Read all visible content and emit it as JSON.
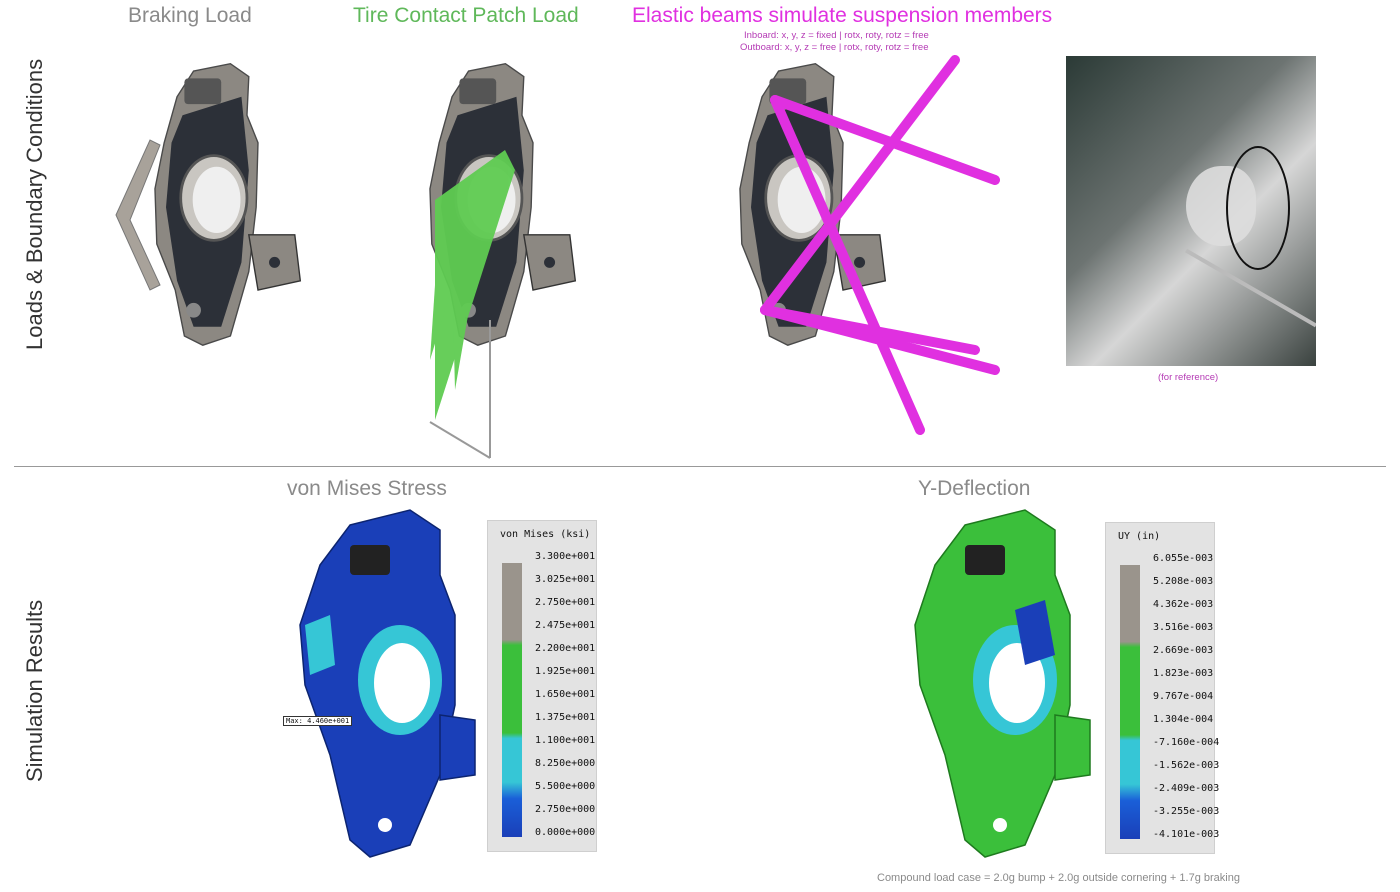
{
  "row_labels": {
    "top": "Loads & Boundary Conditions",
    "bottom": "Simulation Results"
  },
  "top": {
    "braking": {
      "title": "Braking Load",
      "color": "#8a8a8a"
    },
    "tire": {
      "title": "Tire Contact Patch Load",
      "color": "#5fb85a"
    },
    "beams": {
      "title": "Elastic beams simulate suspension members",
      "color": "#e030e0",
      "note_inboard": "Inboard: x, y, z = fixed | rotx, roty, rotz = free",
      "note_outboard": "Outboard: x, y, z = free | rotx, roty, rotz = free"
    },
    "photo_caption": "(for reference)"
  },
  "bottom": {
    "stress": {
      "title": "von Mises Stress",
      "legend_title": "von Mises (ksi)",
      "ticks": [
        "3.300e+001",
        "3.025e+001",
        "2.750e+001",
        "2.475e+001",
        "2.200e+001",
        "1.925e+001",
        "1.650e+001",
        "1.375e+001",
        "1.100e+001",
        "8.250e+000",
        "5.500e+000",
        "2.750e+000",
        "0.000e+000"
      ],
      "max_label": "Max: 4.460e+001"
    },
    "deflection": {
      "title": "Y-Deflection",
      "legend_title": "UY (in)",
      "ticks": [
        "6.055e-003",
        "5.208e-003",
        "4.362e-003",
        "3.516e-003",
        "2.669e-003",
        "1.823e-003",
        "9.767e-004",
        "1.304e-004",
        "-7.160e-004",
        "-1.562e-003",
        "-2.409e-003",
        "-3.255e-003",
        "-4.101e-003"
      ]
    },
    "caption": "Compound load case = 2.0g bump + 2.0g outside cornering + 1.7g braking"
  },
  "colors": {
    "gray_part": "#8c8882",
    "dark_part": "#2c3038",
    "green": "#3bbf3b",
    "blue": "#1a3fb8",
    "cyan": "#36c6d6",
    "magenta": "#e030e0"
  }
}
